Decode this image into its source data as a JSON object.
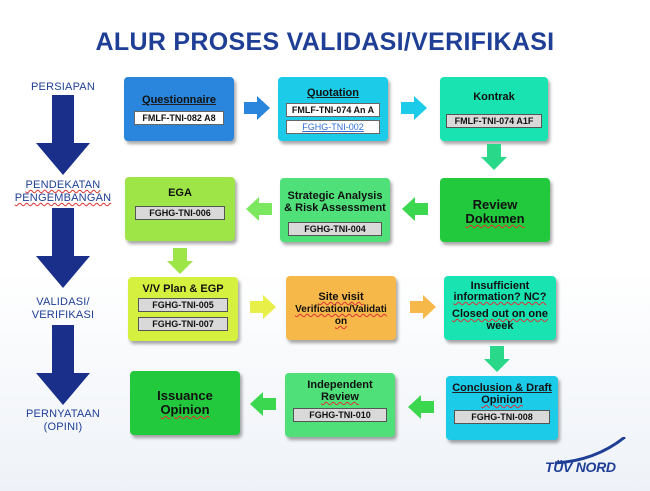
{
  "title": "ALUR PROSES VALIDASI/VERIFIKASI",
  "phases": {
    "persiapan": "PERSIAPAN",
    "pendekatan_1": "PENDEKATAN",
    "pendekatan_2": "PENGEMBANGAN",
    "validasi_1": "VALIDASI/",
    "validasi_2": "VERIFIKASI",
    "pernyataan_1": "PERNYATAAN",
    "pernyataan_2": "(OPINI)"
  },
  "steps": {
    "questionnaire": {
      "title": "Questionnaire",
      "code": "FMLF-TNI-082 A8"
    },
    "quotation": {
      "title": "Quotation",
      "code1": "FMLF-TNI-074 An A",
      "code2": "FGHG-TNI-002"
    },
    "kontrak": {
      "title": "Kontrak",
      "code": "FMLF-TNI-074 A1F"
    },
    "review": {
      "title1": "Review",
      "title2": "Dokumen"
    },
    "strategic": {
      "title1": "Strategic Analysis",
      "title2": "& Risk Assessment",
      "code": "FGHG-TNI-004"
    },
    "ega": {
      "title": "EGA",
      "code": "FGHG-TNI-006"
    },
    "vvplan": {
      "title": "V/V Plan & EGP",
      "code1": "FGHG-TNI-005",
      "code2": "FGHG-TNI-007"
    },
    "sitevisit": {
      "title1": "Site visit",
      "title2": "Verification/Validati",
      "title3": "on"
    },
    "insufficient": {
      "title1": "Insufficient",
      "title2": "information? NC?",
      "title3": "Closed out on one",
      "title4": "week"
    },
    "conclusion": {
      "title1": "Conclusion & Draft",
      "title2": "Opinion",
      "code": "FGHG-TNI-008"
    },
    "independent": {
      "title1": "Independent",
      "title2": "Review",
      "code": "FGHG-TNI-010"
    },
    "issuance": {
      "title1": "Issuance",
      "title2": "Opinion"
    }
  },
  "logo": {
    "text": "TÜV NORD"
  },
  "colors": {
    "title_blue": "#1f3f96",
    "dark_arrow": "#1a2f8a",
    "blue": "#2a86dc",
    "cyan": "#1ccbe8",
    "teal": "#19e3b1",
    "green": "#22c93c",
    "lime": "#9ee548",
    "yellow_green": "#d6f040",
    "orange": "#f7b84a",
    "light_green": "#4fe07a"
  }
}
